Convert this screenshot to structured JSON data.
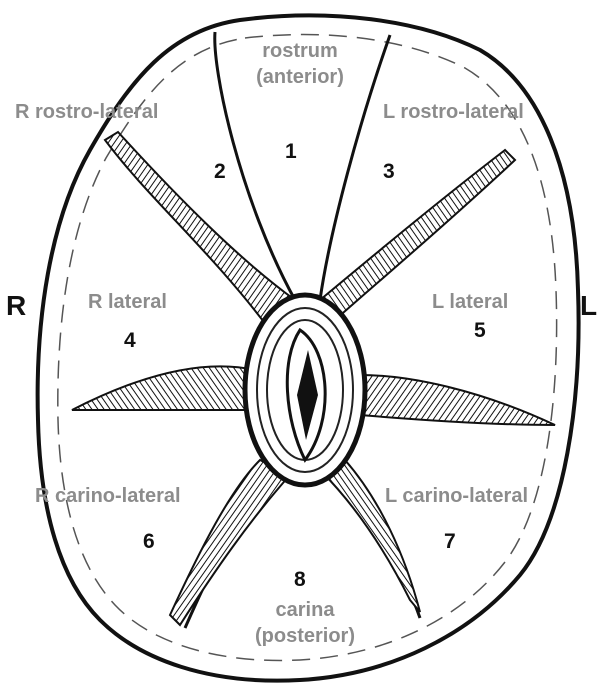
{
  "side_labels": {
    "right": "R",
    "left": "L"
  },
  "regions": {
    "rostrum": {
      "line1": "rostrum",
      "line2": "(anterior)",
      "number": "1"
    },
    "r_rostro_lateral": {
      "label": "R rostro-lateral",
      "number": "2"
    },
    "l_rostro_lateral": {
      "label": "L rostro-lateral",
      "number": "3"
    },
    "r_lateral": {
      "label": "R lateral",
      "number": "4"
    },
    "l_lateral": {
      "label": "L lateral",
      "number": "5"
    },
    "r_carino_lateral": {
      "label": "R carino-lateral",
      "number": "6"
    },
    "l_carino_lateral": {
      "label": "L carino-lateral",
      "number": "7"
    },
    "carina": {
      "line1": "carina",
      "line2": "(posterior)",
      "number": "8"
    }
  },
  "colors": {
    "ink": "#111111",
    "label_gray": "#8c8c8c",
    "background": "#ffffff"
  }
}
